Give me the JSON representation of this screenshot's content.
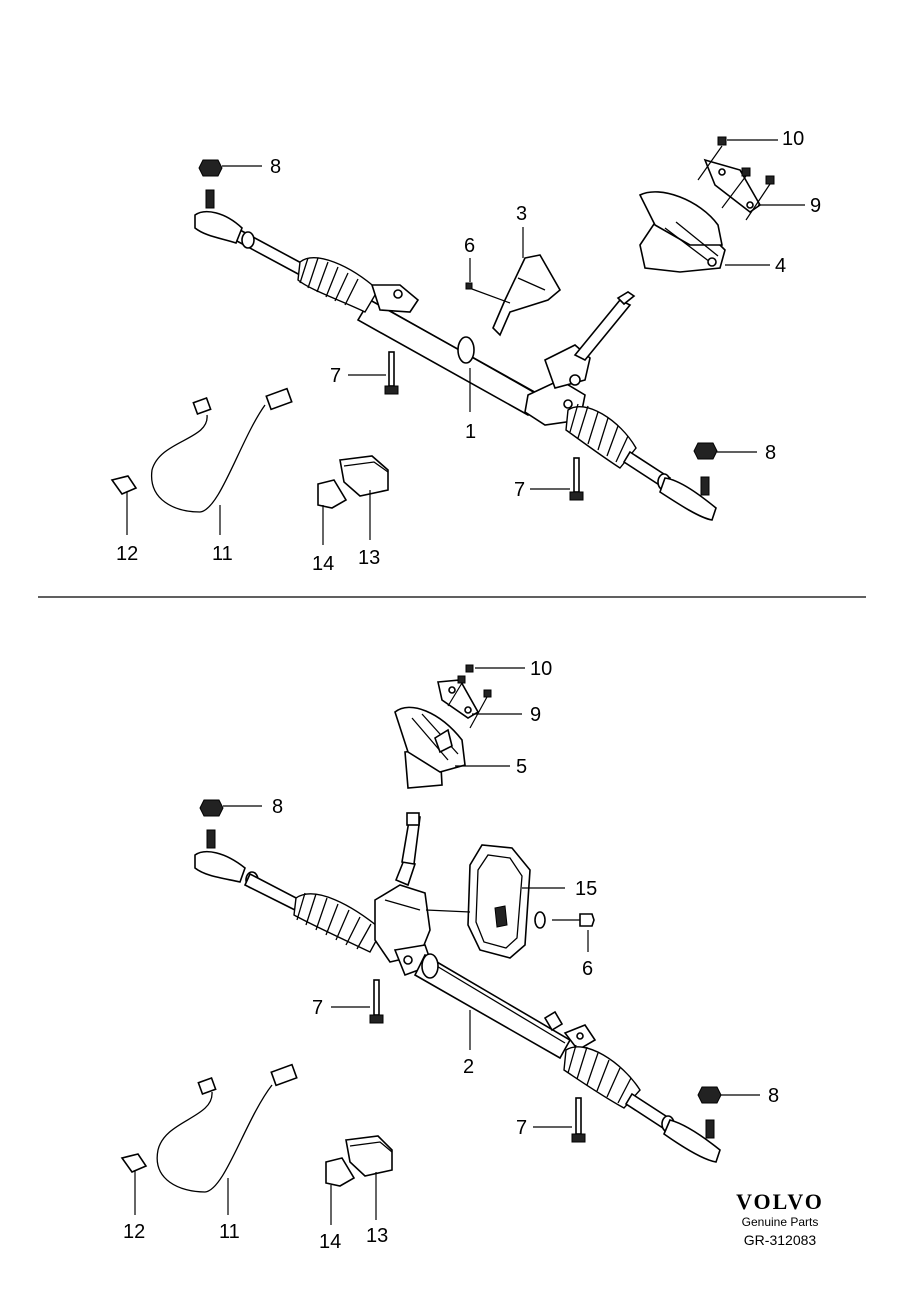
{
  "upper_section": {
    "callouts": {
      "steering_gear": "1",
      "bracket": "3",
      "column_unit": "4",
      "screw": "6",
      "bolt_left": "7",
      "bolt_right": "7",
      "nut_left": "8",
      "nut_right": "8",
      "gasket_plate": "9",
      "small_nut": "10",
      "cable_harness": "11",
      "clip": "12",
      "control_module": "13",
      "module_bracket": "14"
    }
  },
  "lower_section": {
    "callouts": {
      "steering_gear": "2",
      "column_unit": "5",
      "screw": "6",
      "bolt_left": "7",
      "bolt_right": "7",
      "nut_left": "8",
      "nut_right": "8",
      "gasket_plate": "9",
      "small_nut": "10",
      "cable_harness": "11",
      "clip": "12",
      "control_module": "13",
      "module_bracket": "14",
      "heat_shield": "15"
    }
  },
  "footer": {
    "brand": "VOLVO",
    "tagline": "Genuine Parts",
    "illustration_code": "GR-312083"
  }
}
